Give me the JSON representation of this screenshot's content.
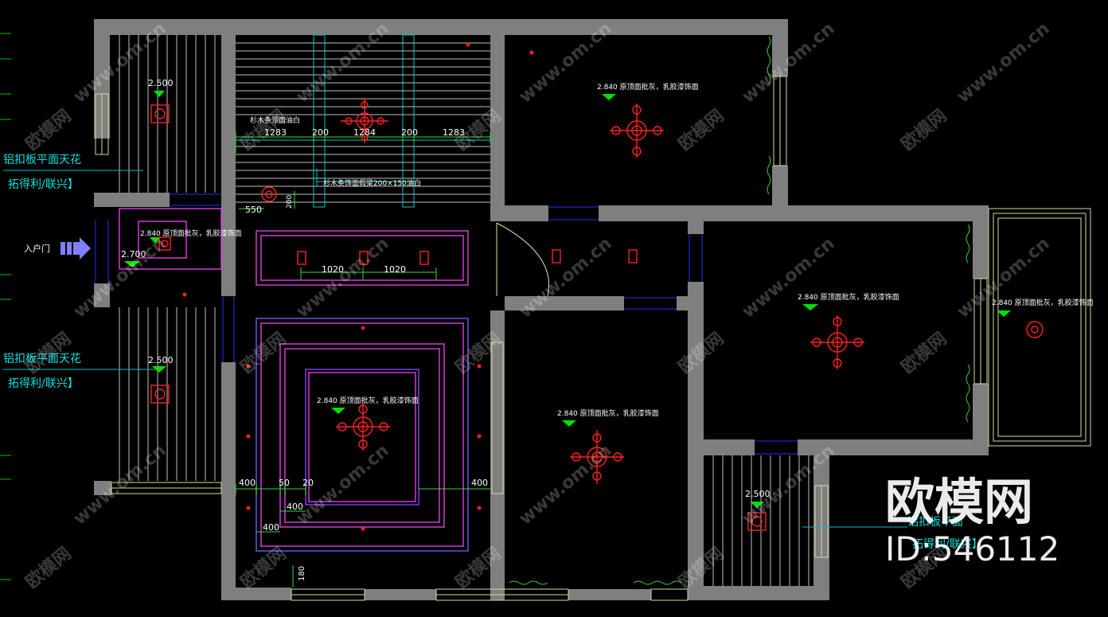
{
  "labels": {
    "level_2500": "2.500",
    "level_2700": "2.700",
    "ceiling_note": "2.840 原顶面批灰，乳胶漆饰面",
    "kitchen_note_1": "杉木条顶面油白",
    "kitchen_note_2": "杉木条饰面假梁200×150油白",
    "alu_ceiling": "铝扣板平面天花",
    "alu_brand": "拓得利/联兴】",
    "alu_ceiling_partial": "铝扣板平面",
    "alu_brand_partial": "拓得利/联兴】",
    "entry": "入户门"
  },
  "dimensions": {
    "d1283a": "1283",
    "d200a": "200",
    "d1284": "1284",
    "d200b": "200",
    "d1283b": "1283",
    "d550": "550",
    "d200v": "200",
    "d1020a": "1020",
    "d1020b": "1020",
    "d400a": "400",
    "d50": "50",
    "d20": "20",
    "d400b": "400",
    "d400c": "400",
    "d400d": "400",
    "d180": "180"
  },
  "watermark": {
    "url": "www.om.cn",
    "brand": "欧模网"
  },
  "brand": {
    "name": "欧模网",
    "id": "ID:546112"
  },
  "colors": {
    "background": "#000000",
    "wall": "#7f7f7f",
    "fixture": "#ff2020",
    "dimension": "#30e030",
    "material_label": "#00e0e0",
    "ceiling_outline": "#e040e0"
  }
}
